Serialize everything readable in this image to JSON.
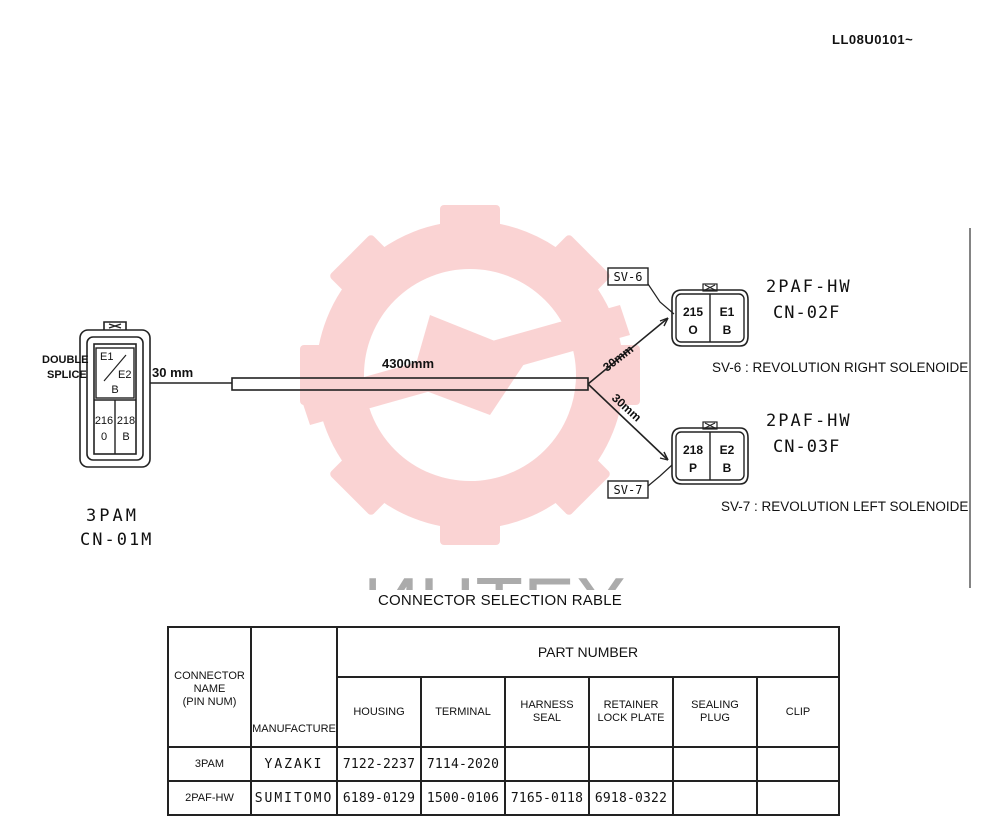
{
  "doc": {
    "ref_code": "LL08U0101~"
  },
  "left_connector": {
    "splice_label_1": "DOUBLE",
    "splice_label_2": "SPLICE",
    "top_cell": {
      "pin_a": "E1",
      "pin_b": "E2",
      "color": "B"
    },
    "pins": [
      {
        "num": "216",
        "color": "0"
      },
      {
        "num": "218",
        "color": "B"
      }
    ],
    "type": "3PAM",
    "name": "CN-01M"
  },
  "harness": {
    "lead_length": "30 mm",
    "main_length": "4300mm",
    "branch_upper_length": "30mm",
    "branch_lower_length": "30mm"
  },
  "connectors_right": [
    {
      "tag": "SV-6",
      "type": "2PAF-HW",
      "name": "CN-02F",
      "pins": [
        {
          "num": "215",
          "color": "O"
        },
        {
          "num": "E1",
          "color": "B"
        }
      ],
      "desc": "SV-6 : REVOLUTION RIGHT SOLENOIDE"
    },
    {
      "tag": "SV-7",
      "type": "2PAF-HW",
      "name": "CN-03F",
      "pins": [
        {
          "num": "218",
          "color": "P"
        },
        {
          "num": "E2",
          "color": "B"
        }
      ],
      "desc": "SV-7 : REVOLUTION LEFT SOLENOIDE"
    }
  ],
  "watermark": {
    "text": "ИНТЕХ",
    "color": "#f08080"
  },
  "table": {
    "title": "CONNECTOR SELECTION RABLE",
    "header": {
      "connector_name": [
        "CONNECTOR",
        "NAME",
        "(PIN NUM)"
      ],
      "manufacture": "MANUFACTURE",
      "part_number": "PART NUMBER",
      "housing": "HOUSING",
      "terminal": "TERMINAL",
      "harness_seal": [
        "HARNESS",
        "SEAL"
      ],
      "retainer_lock_plate": [
        "RETAINER",
        "LOCK PLATE"
      ],
      "sealing_plug": [
        "SEALING",
        "PLUG"
      ],
      "clip": "CLIP"
    },
    "rows": [
      {
        "name": "3PAM",
        "manufacture": "YAZAKI",
        "housing": "7122-2237",
        "terminal": "7114-2020",
        "harness_seal": "",
        "retainer_lock_plate": "",
        "sealing_plug": "",
        "clip": ""
      },
      {
        "name": "2PAF-HW",
        "manufacture": "SUMITOMO",
        "housing": "6189-0129",
        "terminal": "1500-0106",
        "harness_seal": "7165-0118",
        "retainer_lock_plate": "6918-0322",
        "sealing_plug": "",
        "clip": ""
      }
    ]
  }
}
